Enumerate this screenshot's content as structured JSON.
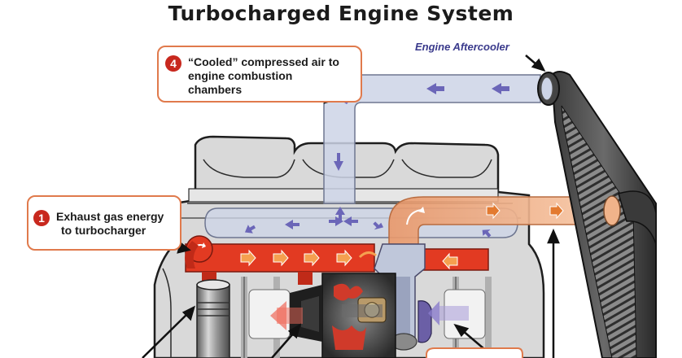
{
  "title": "Turbocharged Engine System",
  "aftercooler_label": "Engine Aftercooler",
  "callouts": [
    {
      "number": "1",
      "lines": [
        "Exhaust gas energy",
        "to turbocharger"
      ]
    },
    {
      "number": "4",
      "lines": [
        "“Cooled” compressed air to",
        "engine combustion",
        "chambers"
      ]
    }
  ],
  "colors": {
    "exhaust": "#e23a22",
    "cool_air": "#cdd4e6",
    "hot_air": "#f0a878",
    "callout_border": "#e07a4c",
    "number_badge": "#c8281e",
    "engine": "#d6d6d6",
    "label_blue": "#3a3a8c"
  }
}
